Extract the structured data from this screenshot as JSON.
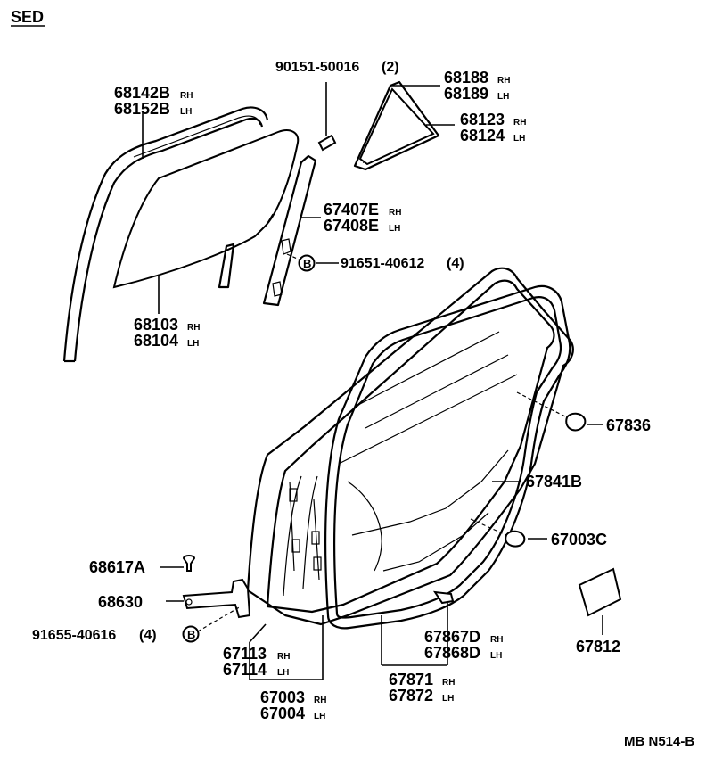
{
  "header": {
    "variant": "SED"
  },
  "footer": {
    "code": "MB N514-B"
  },
  "callout_letter": "B",
  "labels": {
    "bolt_90151": {
      "part": "90151-50016",
      "qty": "(2)"
    },
    "p68188": {
      "part": "68188",
      "side": "RH"
    },
    "p68189": {
      "part": "68189",
      "side": "LH"
    },
    "p68142": {
      "part": "68142B",
      "side": "RH"
    },
    "p68152": {
      "part": "68152B",
      "side": "LH"
    },
    "p68123": {
      "part": "68123",
      "side": "RH"
    },
    "p68124": {
      "part": "68124",
      "side": "LH"
    },
    "p67407": {
      "part": "67407E",
      "side": "RH"
    },
    "p67408": {
      "part": "67408E",
      "side": "LH"
    },
    "screw_91651": {
      "part": "91651-40612",
      "qty": "(4)"
    },
    "p68103": {
      "part": "68103",
      "side": "RH"
    },
    "p68104": {
      "part": "68104",
      "side": "LH"
    },
    "p67836": {
      "part": "67836"
    },
    "p67841": {
      "part": "67841B"
    },
    "p67003c": {
      "part": "67003C"
    },
    "p68617": {
      "part": "68617A"
    },
    "p68630": {
      "part": "68630"
    },
    "screw_91655": {
      "part": "91655-40616",
      "qty": "(4)"
    },
    "p67113": {
      "part": "67113",
      "side": "RH"
    },
    "p67114": {
      "part": "67114",
      "side": "LH"
    },
    "p67867": {
      "part": "67867D",
      "side": "RH"
    },
    "p67868": {
      "part": "67868D",
      "side": "LH"
    },
    "p67812": {
      "part": "67812"
    },
    "p67871": {
      "part": "67871",
      "side": "RH"
    },
    "p67872": {
      "part": "67872",
      "side": "LH"
    },
    "p67003": {
      "part": "67003",
      "side": "RH"
    },
    "p67004": {
      "part": "67004",
      "side": "LH"
    }
  }
}
